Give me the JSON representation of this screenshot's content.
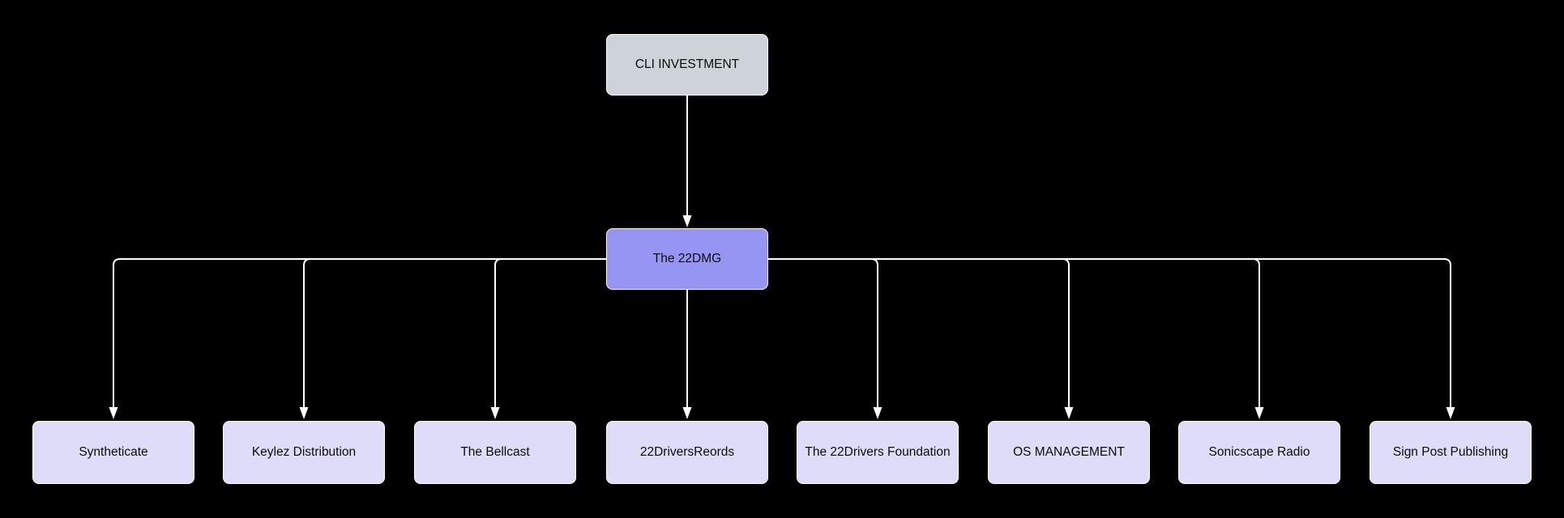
{
  "diagram": {
    "type": "org-chart",
    "root": {
      "label": "CLI INVESTMENT"
    },
    "hub": {
      "label": "The 22DMG"
    },
    "children": [
      {
        "label": "Syntheticate"
      },
      {
        "label": "Keylez Distribution"
      },
      {
        "label": "The Bellcast"
      },
      {
        "label": "22DriversReords"
      },
      {
        "label": "The 22Drivers Foundation"
      },
      {
        "label": "OS MANAGEMENT"
      },
      {
        "label": "Sonicscape Radio"
      },
      {
        "label": "Sign Post Publishing"
      }
    ],
    "colors": {
      "background": "#000000",
      "root_fill": "#cdd3d9",
      "hub_fill": "#9695f4",
      "child_fill": "#dedcf8",
      "node_border": "#ffffff",
      "edge": "#ffffff",
      "text": "#0c0c0c"
    }
  }
}
